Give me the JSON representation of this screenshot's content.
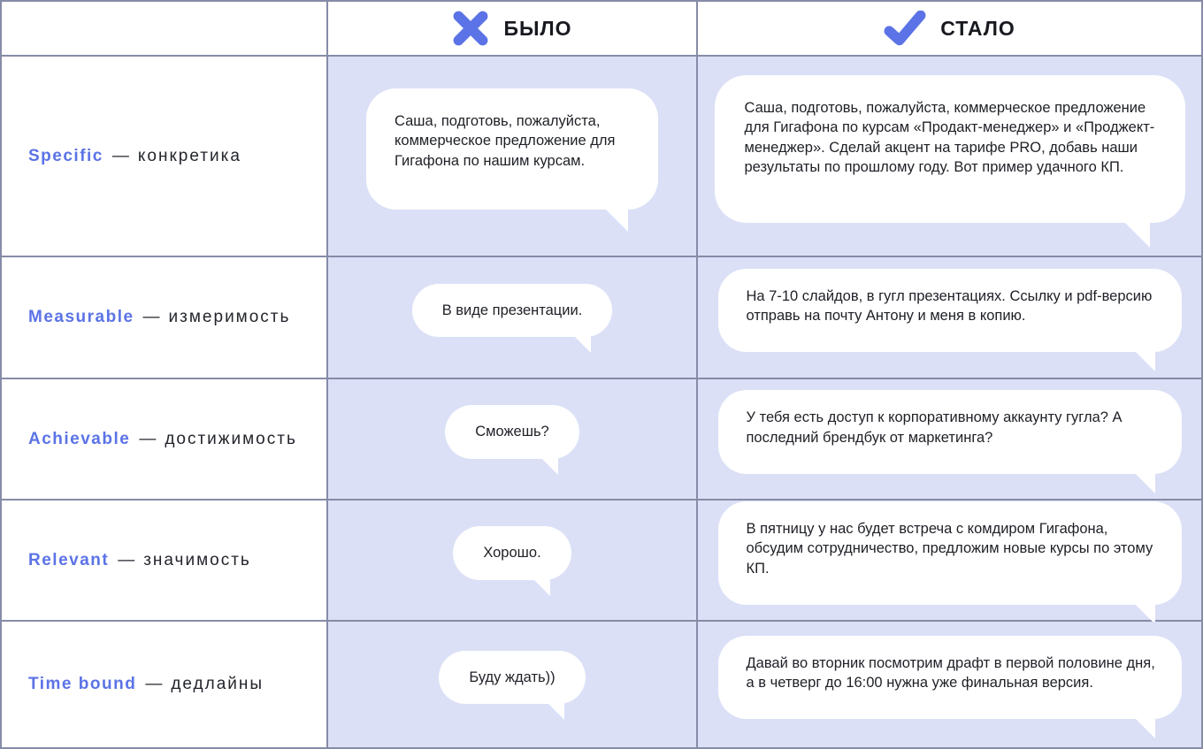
{
  "separator": "—",
  "header": {
    "was_label": "БЫЛО",
    "became_label": "СТАЛО"
  },
  "colors": {
    "accent_blue": "#5b73e6",
    "cell_background": "#dbe0f6",
    "grid_border": "#868ca6",
    "bubble_background": "#ffffff",
    "text_dark": "#1e2026"
  },
  "icons": {
    "was": "x-icon",
    "became": "check-icon"
  },
  "rows": [
    {
      "term": "Specific",
      "translation": "конкретика",
      "was": "Саша, подготовь, пожалуйста, коммерческое предложение для Гигафона по нашим курсам.",
      "became": "Саша, подготовь, пожалуйста, коммерческое предложение для Гигафона по курсам «Продакт-менеджер» и «Проджект-менеджер». Сделай акцент на тарифе PRO, добавь наши результаты по прошлому году. Вот пример удачного КП."
    },
    {
      "term": "Measurable",
      "translation": "измеримость",
      "was": "В виде презентации.",
      "became": "На 7-10 слайдов, в гугл презентациях. Ссылку и pdf-версию отправь на почту Антону и меня в копию."
    },
    {
      "term": "Achievable",
      "translation": "достижимость",
      "was": "Сможешь?",
      "became": "У тебя есть доступ к корпоративному аккаунту гугла? А последний брендбук от маркетинга?"
    },
    {
      "term": "Relevant",
      "translation": "значимость",
      "was": "Хорошо.",
      "became": "В пятницу у нас будет встреча с комдиром Гигафона, обсудим сотрудничество, предложим новые курсы по этому КП."
    },
    {
      "term": "Time bound",
      "translation": "дедлайны",
      "was": "Буду ждать))",
      "became": "Давай во вторник посмотрим драфт в первой половине дня, а в четверг до 16:00 нужна уже финальная версия."
    }
  ]
}
